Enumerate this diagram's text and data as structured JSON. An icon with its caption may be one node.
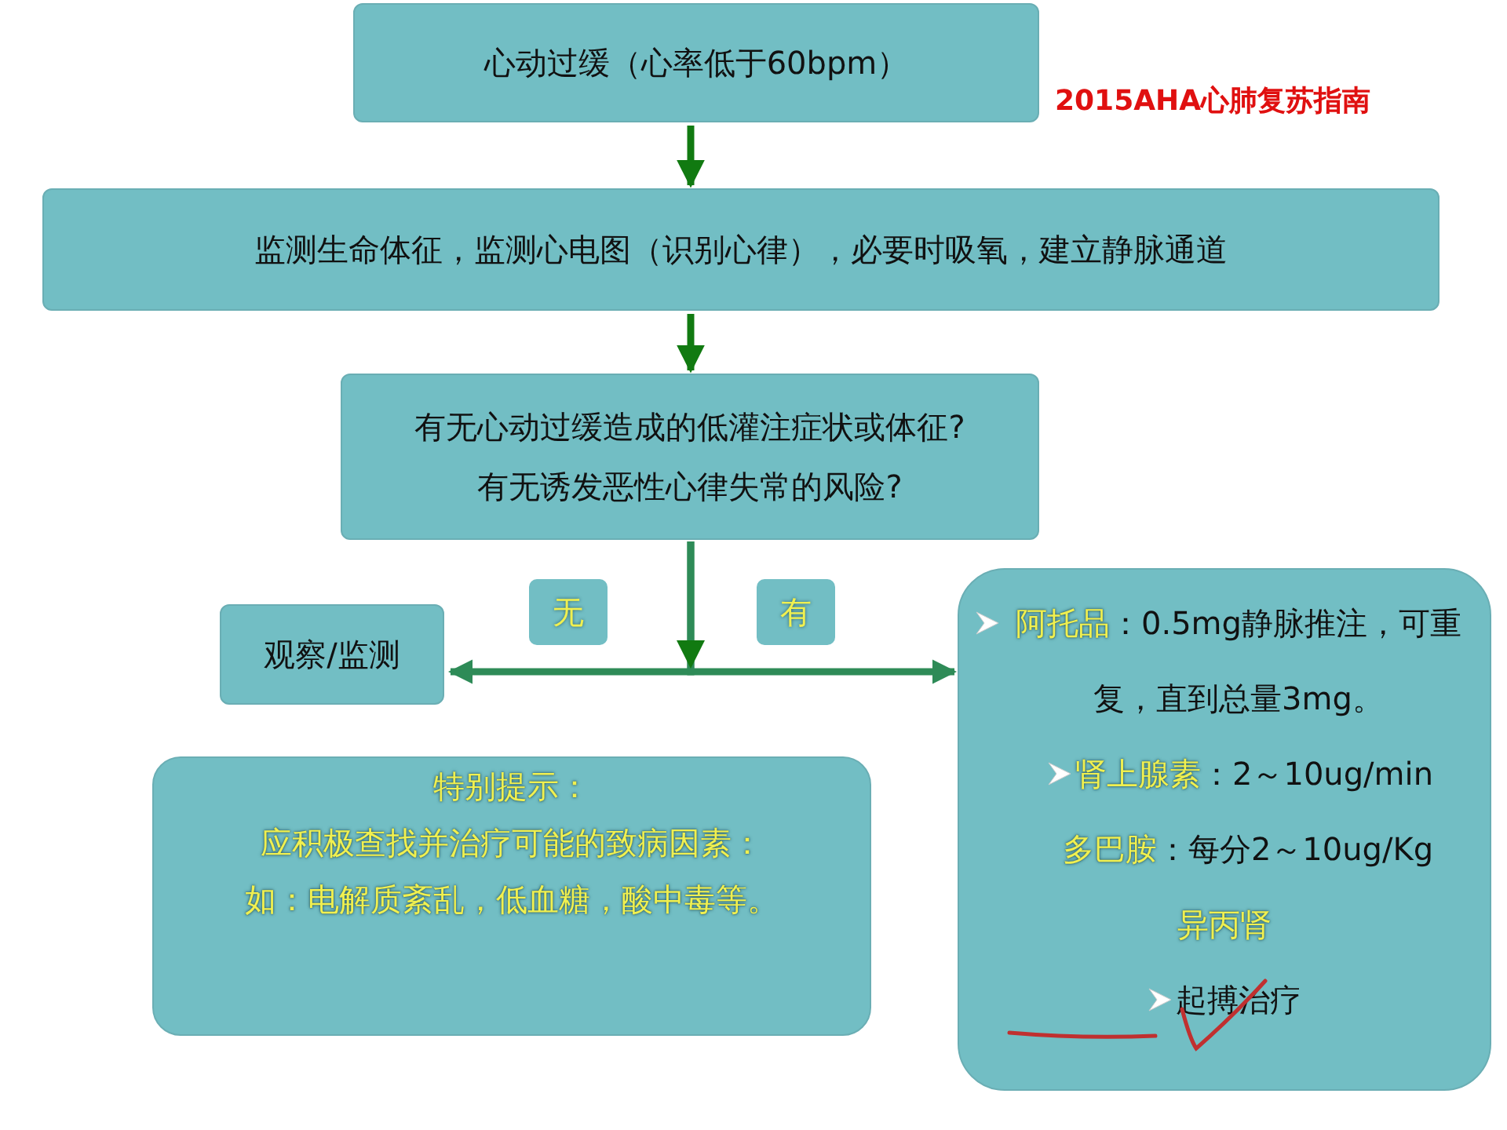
{
  "diagram": {
    "nodes": [
      {
        "text": [
          "心动过缓（心率低于60bpm）"
        ]
      },
      {
        "text": [
          "监测生命体征，监测心电图（识别心律），必要时吸氧，建立静脉通道"
        ]
      },
      {
        "text": [
          "有无心动过缓造成的低灌注症状或体征?",
          "有无诱发恶性心律失常的风险?"
        ]
      },
      {
        "text": [
          "观察/监测"
        ]
      },
      {
        "text": [
          "阿托品：0.5mg静脉推注，可重复，直到总量3mg。",
          "肾上腺素：2～10ug/min",
          "多巴胺：每分2～10ug/Kg",
          "异丙肾",
          "起搏治疗"
        ]
      },
      {
        "text": [
          "特别提示：",
          "应积极查找并治疗可能的致病因素：",
          "如：电解质紊乱，低血糖，酸中毒等。"
        ]
      }
    ],
    "edges": [
      {
        "from": 0,
        "to": 1,
        "arrow": "to"
      },
      {
        "from": 1,
        "to": 2,
        "arrow": "to"
      },
      {
        "from": 2,
        "to": 3,
        "arrow": "to",
        "label": "无"
      },
      {
        "from": 2,
        "to": 4,
        "arrow": "to",
        "label": "有"
      }
    ],
    "labels": [
      "2015AHA心肺复苏指南"
    ]
  }
}
